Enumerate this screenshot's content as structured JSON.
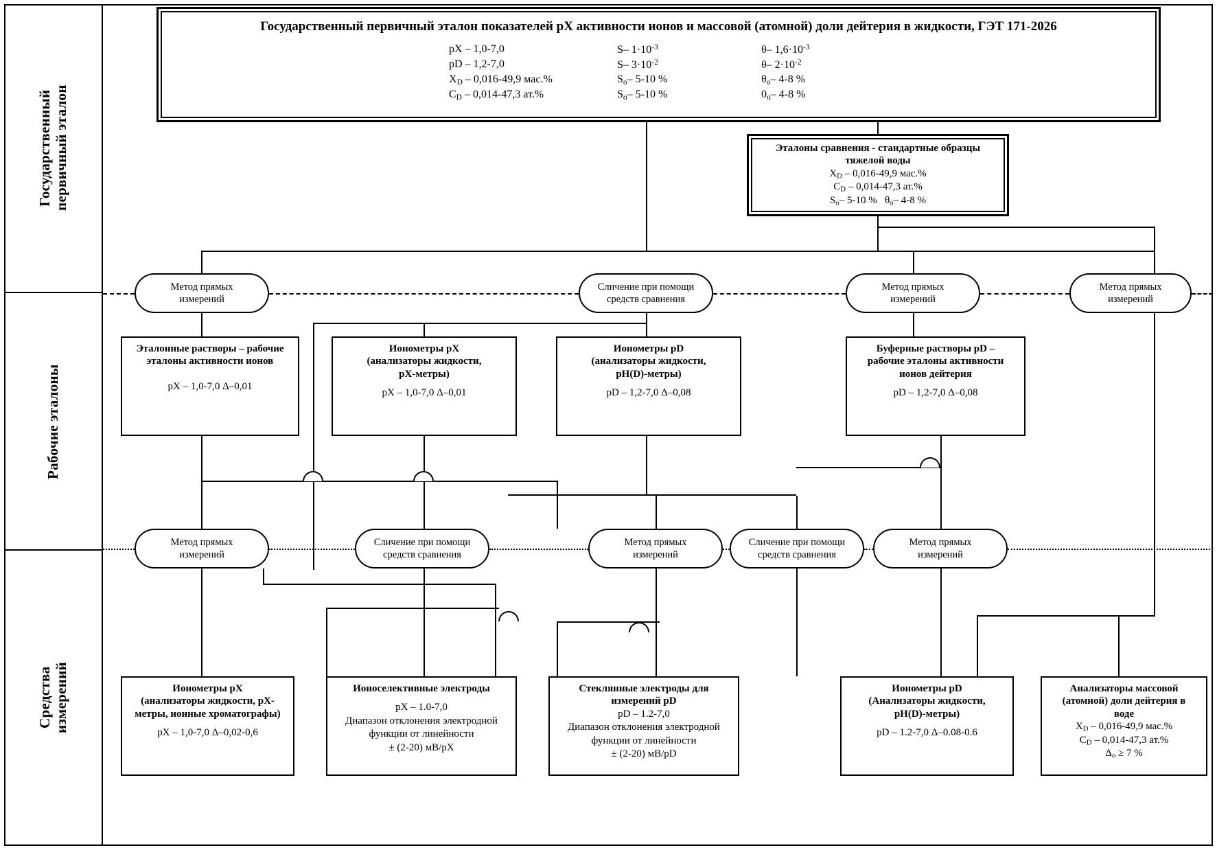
{
  "bands": [
    {
      "id": "state-primary",
      "label": "Государственный\nпервичный эталон"
    },
    {
      "id": "working-standards",
      "label": "Рабочие эталоны"
    },
    {
      "id": "measuring-instruments",
      "label": "Средства\nизмерений"
    }
  ],
  "primary_standard": {
    "title": "Государственный первичный эталон показателей pX активности ионов и массовой (атомной) доли дейтерия в жидкости, ГЭТ 171-2026",
    "params": [
      {
        "range": "pX – 1,0-7,0",
        "s": "S– 1·10-3",
        "theta": "θ– 1,6·10-3"
      },
      {
        "range": "pD – 1,2-7,0",
        "s": "S– 3·10-2",
        "theta": "θ– 2·10-2"
      },
      {
        "range": "XD – 0,016-49,9 мас.%",
        "s": "So– 5-10 %",
        "theta": "θo– 4-8 %"
      },
      {
        "range": "CD – 0,014-47,3 ат.%",
        "s": "So– 5-10 %",
        "theta": "0o– 4-8 %"
      }
    ]
  },
  "comparison_standard": {
    "title_line1": "Эталоны сравнения - стандартные образцы",
    "title_line2": "тяжелой воды",
    "lines": [
      "XD – 0,016-49,9 мас.%",
      "CD – 0,014-47,3 ат.%",
      "So– 5-10 %    θo– 4-8 %"
    ]
  },
  "method_nodes_row1": [
    {
      "id": "n1",
      "line1": "Метод прямых",
      "line2": "измерений"
    },
    {
      "id": "n2",
      "line1": "Сличение при помощи",
      "line2": "средств сравнения"
    },
    {
      "id": "n3",
      "line1": "Метод прямых",
      "line2": "измерений"
    },
    {
      "id": "n4",
      "line1": "Метод прямых",
      "line2": "измерений"
    }
  ],
  "method_nodes_row2": [
    {
      "id": "m1",
      "line1": "Метод прямых",
      "line2": "измерений"
    },
    {
      "id": "m2",
      "line1": "Сличение при помощи",
      "line2": "средств сравнения"
    },
    {
      "id": "m3",
      "line1": "Метод прямых",
      "line2": "измерений"
    },
    {
      "id": "m4",
      "line1": "Сличение при помощи",
      "line2": "средств сравнения"
    },
    {
      "id": "m5",
      "line1": "Метод прямых",
      "line2": "измерений"
    }
  ],
  "working_standards": [
    {
      "id": "ws-etalon-solutions",
      "title": [
        "Эталонные растворы – рабочие",
        "эталоны активности ионов"
      ],
      "lines": [
        "pX – 1,0-7,0       Δ–0,01"
      ]
    },
    {
      "id": "ws-ionomers-px",
      "title": [
        "Ионометры pX",
        "(анализаторы жидкости,",
        "pX-метры)"
      ],
      "lines": [
        "pX – 1,0-7,0    Δ–0,01"
      ]
    },
    {
      "id": "ws-ionomers-pd",
      "title": [
        "Ионометры pD",
        "(анализаторы жидкости,",
        "pH(D)-метры)"
      ],
      "lines": [
        "pD – 1,2-7,0    Δ–0,08"
      ]
    },
    {
      "id": "ws-buffer-solutions",
      "title": [
        "Буферные растворы pD –",
        "рабочие эталоны активности",
        "ионов дейтерия"
      ],
      "lines": [
        "pD – 1,2-7,0      Δ–0,08"
      ]
    }
  ],
  "measuring_instruments": [
    {
      "id": "mi-ionomers-px",
      "title": [
        "Ионометры pX",
        "(анализаторы жидкости, pX-",
        "метры, ионные хроматографы)"
      ],
      "lines": [
        "pX – 1,0-7,0       Δ–0,02-0,6"
      ]
    },
    {
      "id": "mi-ion-selective-electrodes",
      "title": [
        "Ионоселективные электроды"
      ],
      "lines": [
        "pX – 1.0-7,0",
        "Диапазон отклонения электродной",
        "функции от линейности",
        "± (2-20) мВ/pX"
      ]
    },
    {
      "id": "mi-glass-electrodes",
      "title": [
        "Стеклянные электроды для",
        "измерений pD"
      ],
      "lines": [
        "pD – 1.2-7,0",
        "Диапазон отклонения электродной",
        "функции от линейности",
        "± (2-20) мВ/pD"
      ]
    },
    {
      "id": "mi-ionomers-pd",
      "title": [
        "Ионометры pD",
        "(Анализаторы жидкости,",
        "pH(D)-метры)"
      ],
      "lines": [
        "pD – 1.2-7,0      Δ–0.08-0.6"
      ]
    },
    {
      "id": "mi-deuterium-analyzers",
      "title": [
        "Анализаторы массовой",
        "(атомной) доли дейтерия в",
        "воде"
      ],
      "lines": [
        "XD – 0,016-49,9 мас.%",
        "CD – 0,014-47,3 ат.%",
        "Δo ≥ 7 %"
      ]
    }
  ]
}
